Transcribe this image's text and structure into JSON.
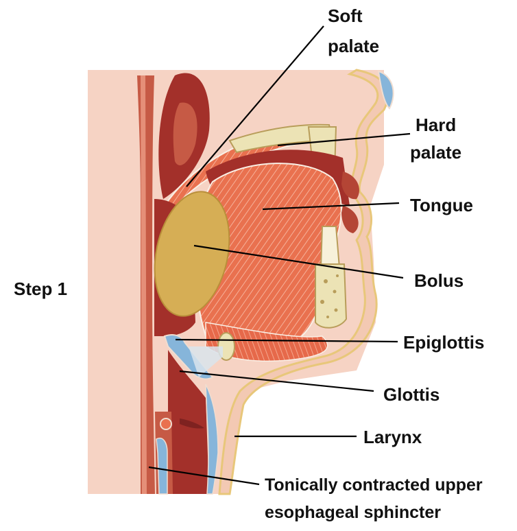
{
  "step_label": "Step 1",
  "labels": {
    "soft_palate_l1": "Soft",
    "soft_palate_l2": "palate",
    "hard_palate_l1": "Hard",
    "hard_palate_l2": "palate",
    "tongue": "Tongue",
    "bolus": "Bolus",
    "epiglottis": "Epiglottis",
    "glottis": "Glottis",
    "larynx": "Larynx",
    "sphincter_l1": "Tonically contracted upper",
    "sphincter_l2": "esophageal sphincter"
  },
  "colors": {
    "background_panel": "#f6d3c4",
    "skin": "#f3c9b3",
    "muscle": "#e9714f",
    "muscle_dark": "#c94b31",
    "cavity": "#a3302a",
    "bolus": "#d6ae55",
    "bone": "#ece3b5",
    "cartilage": "#86b5da",
    "outline": "#e8c77a",
    "leader_line": "#000000"
  }
}
